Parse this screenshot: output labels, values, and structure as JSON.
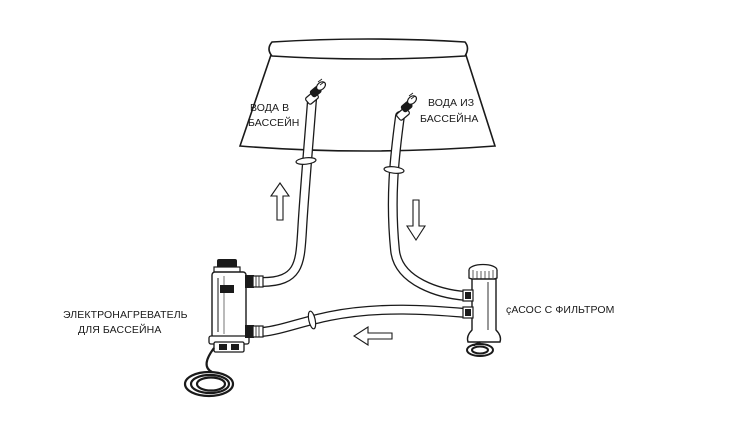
{
  "labels": {
    "water_in_line1": "ВОДА В",
    "water_in_line2": "БАССЕЙН",
    "water_out_line1": "ВОДА ИЗ",
    "water_out_line2": "БАССЕЙНА",
    "heater_line1": "ЭЛЕКТРОНАГРЕВАТЕЛЬ",
    "heater_line2": "ДЛЯ БАССЕЙНА",
    "pump": "çАСОС С ФИЛЬТРОМ"
  }
}
